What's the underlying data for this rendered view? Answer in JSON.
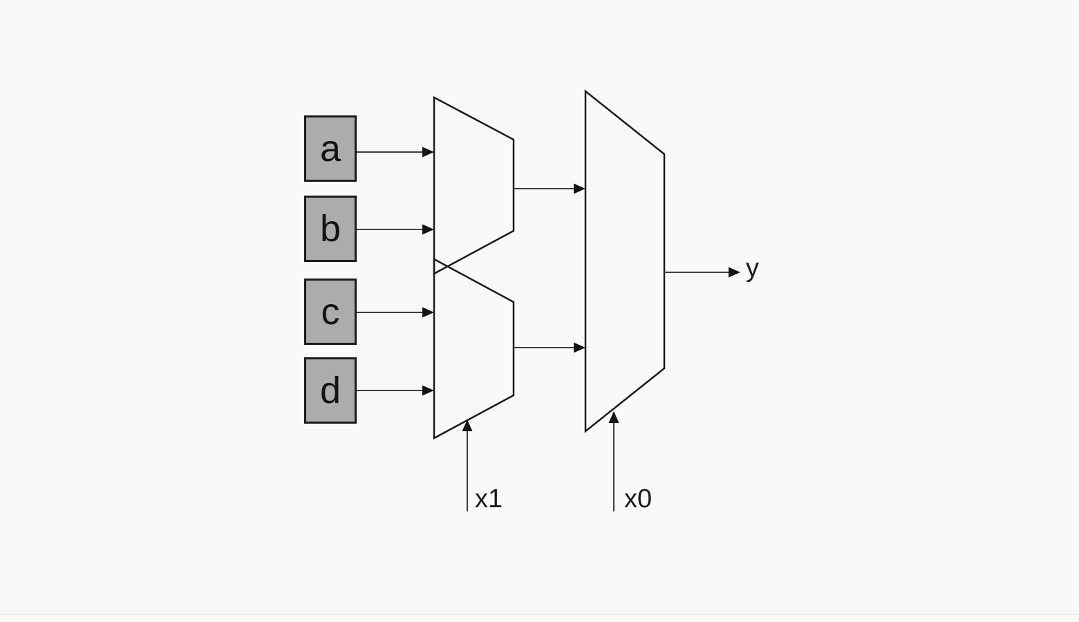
{
  "diagram": {
    "inputs": [
      {
        "label": "a"
      },
      {
        "label": "b"
      },
      {
        "label": "c"
      },
      {
        "label": "d"
      }
    ],
    "selects": [
      {
        "label": "x1"
      },
      {
        "label": "x0"
      }
    ],
    "output": {
      "label": "y"
    }
  },
  "colors": {
    "background": "#faf9f7",
    "box_fill": "#acacac",
    "box_stroke": "#1a1a1a",
    "mux_stroke": "#1a1a1a",
    "wire": "#3f3f3f",
    "arrowhead": "#141414",
    "text": "#1a1a1a",
    "page_edge_line": "#eeedeb"
  }
}
